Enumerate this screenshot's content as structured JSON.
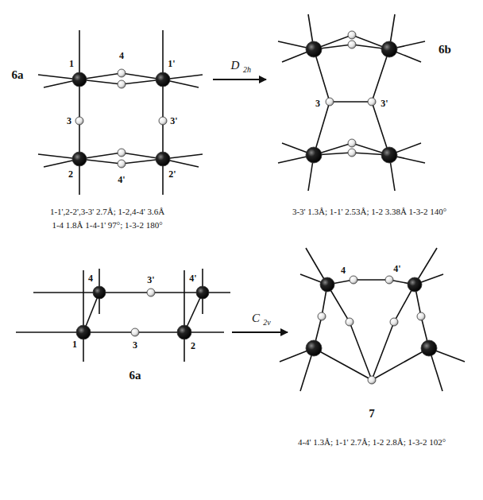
{
  "diagram": {
    "labels": [
      "6a",
      "1",
      "4",
      "1'",
      "3",
      "3'",
      "2",
      "4'",
      "2'",
      "D",
      "2h",
      "6b",
      "3",
      "3'",
      "1-1',2-2',3-3' 2.7Å; 1-2,4-4' 3.6Å",
      "1-4 1.8Å 1-4-1' 97°; 1-3-2 180°",
      "3-3' 1.3Å; 1-1' 2.53Å; 1-2 3.38Å 1-3-2 140°",
      "4",
      "4'",
      "3'",
      "1",
      "3",
      "2",
      "6a",
      "C",
      "2v",
      "4",
      "4'",
      "7",
      "4-4' 1.3Å; 1-1' 2.7Å; 1-2 2.8Å; 1-3-2 102°"
    ]
  }
}
